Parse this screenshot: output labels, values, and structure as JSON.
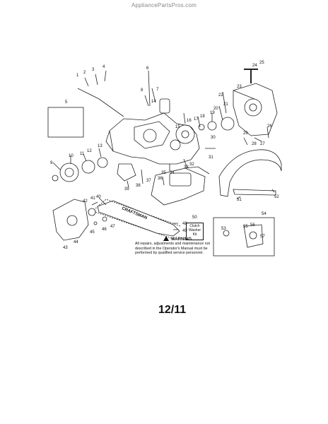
{
  "watermark": "AppliancePartsPros.com",
  "page_number": "12/11",
  "warning": {
    "title": "WARNING",
    "text": "All repairs, adjustments and maintenance not described in the Operator's Manual must be performed by qualified service personnel."
  },
  "kit_label": "Clutch Washer Kit",
  "bar_brand": "CRAFTSMAN",
  "callouts": [
    "1",
    "2",
    "3",
    "4",
    "5",
    "6",
    "7",
    "8",
    "9",
    "10",
    "11",
    "12",
    "13",
    "14",
    "15",
    "16",
    "17",
    "18",
    "19",
    "20",
    "21",
    "22",
    "23",
    "24",
    "25",
    "26",
    "27",
    "28",
    "29",
    "30",
    "31",
    "32",
    "33",
    "34",
    "35",
    "36",
    "37",
    "38",
    "39",
    "40",
    "41",
    "42",
    "43",
    "44",
    "45",
    "46",
    "47",
    "48",
    "49",
    "50",
    "51",
    "52",
    "53",
    "54",
    "55",
    "56",
    "57"
  ]
}
